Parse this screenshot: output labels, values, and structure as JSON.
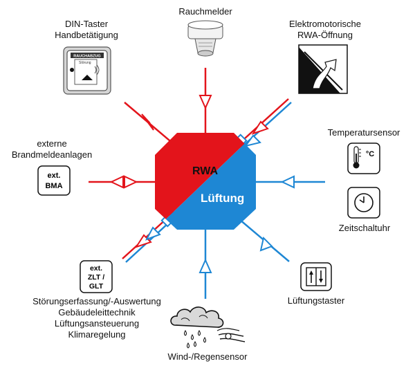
{
  "hub": {
    "top_label": "RWA",
    "bottom_label": "Lüftung",
    "colors": {
      "red": "#e3141b",
      "blue": "#1e87d4"
    }
  },
  "devices": {
    "rauchmelder": {
      "label": "Rauchmelder",
      "icon": "smoke-detector-icon"
    },
    "din_taster": {
      "line1": "DIN-Taster",
      "line2": "Handbetätigung",
      "icon": "manual-call-point-icon",
      "panel_text": "RAUCHABZUG",
      "panel_subtext": "Störung"
    },
    "elektromotorische": {
      "line1": "Elektromotorische",
      "line2": "RWA-Öffnung",
      "icon": "motor-opening-icon"
    },
    "externe_bma": {
      "line1": "externe",
      "line2": "Brandmeldeanlagen",
      "icon": "external-bma-icon",
      "box_line1": "ext.",
      "box_line2": "BMA"
    },
    "temperatursensor": {
      "label": "Temperatursensor",
      "icon": "thermometer-icon",
      "unit": "°C"
    },
    "zeitschaltuhr": {
      "label": "Zeitschaltuhr",
      "icon": "clock-icon"
    },
    "lueftungstaster": {
      "label": "Lüftungstaster",
      "icon": "ventilation-switch-icon"
    },
    "ext_zlt": {
      "box_line1": "ext.",
      "box_line2": "ZLT /",
      "box_line3": "GLT",
      "icon": "external-zlt-icon",
      "lines": [
        "Störungserfassung/-Auswertung",
        "Gebäudeleittechnik",
        "Lüftungsansteuerung",
        "Klimaregelung"
      ]
    },
    "wind_regen": {
      "label": "Wind-/Regensensor",
      "icon": "weather-cloud-icon"
    }
  }
}
